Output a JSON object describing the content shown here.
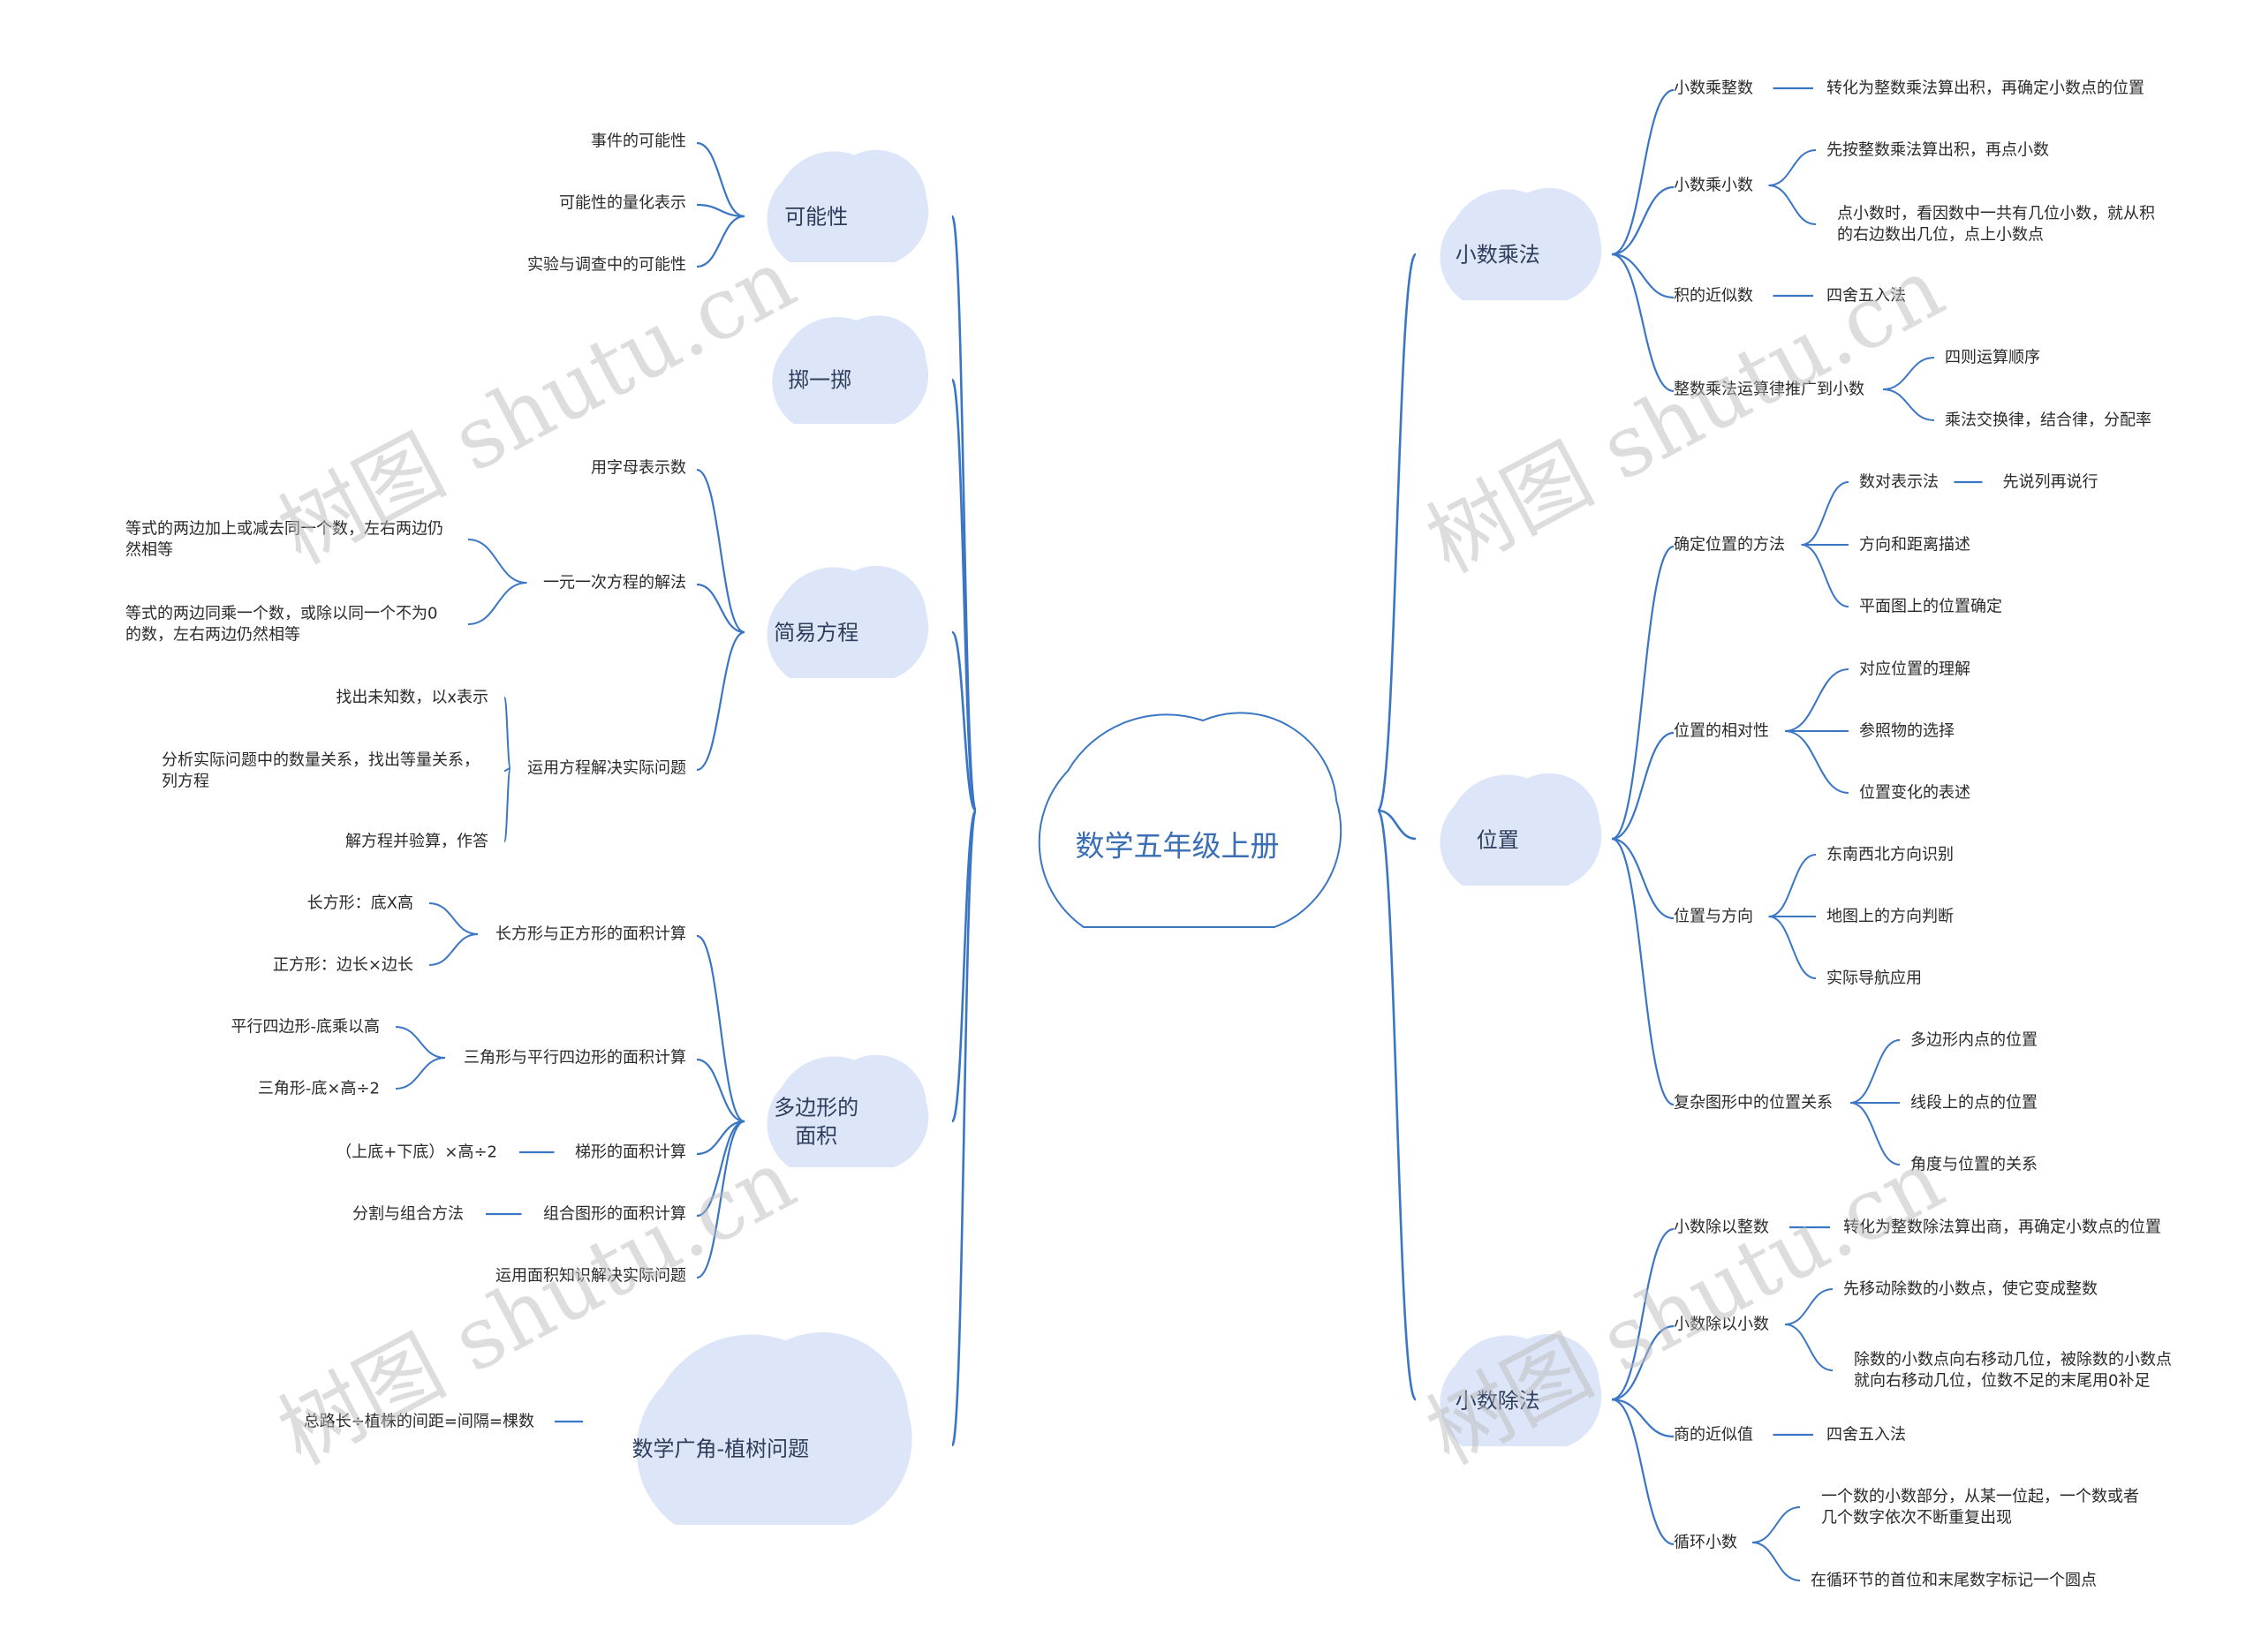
{
  "root": "数学五年级上册",
  "watermark": "树图 shutu.cn",
  "colors": {
    "line": "#3b76c4",
    "cloud_fill": "#dde6f8",
    "root_stroke": "#3b76c4",
    "root_text": "#3a6fb5"
  },
  "right": [
    {
      "label": [
        "小数乘法"
      ],
      "children": [
        {
          "label": [
            "小数乘整数"
          ],
          "children": [
            {
              "label": [
                "转化为整数乘法算出积，再确定小数点的位置"
              ]
            }
          ]
        },
        {
          "label": [
            "小数乘小数"
          ],
          "children": [
            {
              "label": [
                "先按整数乘法算出积，再点小数"
              ]
            },
            {
              "label": [
                "点小数时，看因数中一共有几位小数，就从积",
                "的右边数出几位，点上小数点"
              ]
            }
          ]
        },
        {
          "label": [
            "积的近似数"
          ],
          "children": [
            {
              "label": [
                "四舍五入法"
              ]
            }
          ]
        },
        {
          "label": [
            "整数乘法运算律推广到小数"
          ],
          "children": [
            {
              "label": [
                "四则运算顺序"
              ]
            },
            {
              "label": [
                "乘法交换律，结合律，分配率"
              ]
            }
          ]
        }
      ]
    },
    {
      "label": [
        "位置"
      ],
      "children": [
        {
          "label": [
            "确定位置的方法"
          ],
          "children": [
            {
              "label": [
                "数对表示法"
              ],
              "children": [
                {
                  "label": [
                    "先说列再说行"
                  ]
                }
              ]
            },
            {
              "label": [
                "方向和距离描述"
              ]
            },
            {
              "label": [
                "平面图上的位置确定"
              ]
            }
          ]
        },
        {
          "label": [
            "位置的相对性"
          ],
          "children": [
            {
              "label": [
                "对应位置的理解"
              ]
            },
            {
              "label": [
                "参照物的选择"
              ]
            },
            {
              "label": [
                "位置变化的表述"
              ]
            }
          ]
        },
        {
          "label": [
            "位置与方向"
          ],
          "children": [
            {
              "label": [
                "东南西北方向识别"
              ]
            },
            {
              "label": [
                "地图上的方向判断"
              ]
            },
            {
              "label": [
                "实际导航应用"
              ]
            }
          ]
        },
        {
          "label": [
            "复杂图形中的位置关系"
          ],
          "children": [
            {
              "label": [
                "多边形内点的位置"
              ]
            },
            {
              "label": [
                "线段上的点的位置"
              ]
            },
            {
              "label": [
                "角度与位置的关系"
              ]
            }
          ]
        }
      ]
    },
    {
      "label": [
        "小数除法"
      ],
      "children": [
        {
          "label": [
            "小数除以整数"
          ],
          "children": [
            {
              "label": [
                "转化为整数除法算出商，再确定小数点的位置"
              ]
            }
          ]
        },
        {
          "label": [
            "小数除以小数"
          ],
          "children": [
            {
              "label": [
                "先移动除数的小数点，使它变成整数"
              ]
            },
            {
              "label": [
                "除数的小数点向右移动几位，被除数的小数点",
                "就向右移动几位，位数不足的末尾用0补足"
              ]
            }
          ]
        },
        {
          "label": [
            "商的近似值"
          ],
          "children": [
            {
              "label": [
                "四舍五入法"
              ]
            }
          ]
        },
        {
          "label": [
            "循环小数"
          ],
          "children": [
            {
              "label": [
                "一个数的小数部分，从某一位起，一个数或者",
                "几个数字依次不断重复出现"
              ]
            },
            {
              "label": [
                "在循环节的首位和末尾数字标记一个圆点"
              ]
            }
          ]
        }
      ]
    }
  ],
  "left": [
    {
      "label": [
        "可能性"
      ],
      "children": [
        {
          "label": [
            "事件的可能性"
          ]
        },
        {
          "label": [
            "可能性的量化表示"
          ]
        },
        {
          "label": [
            "实验与调查中的可能性"
          ]
        }
      ]
    },
    {
      "label": [
        "掷一掷"
      ],
      "children": []
    },
    {
      "label": [
        "简易方程"
      ],
      "children": [
        {
          "label": [
            "用字母表示数"
          ]
        },
        {
          "label": [
            "一元一次方程的解法"
          ],
          "children": [
            {
              "label": [
                "等式的两边加上或减去同一个数，左右两边仍",
                "然相等"
              ]
            },
            {
              "label": [
                "等式的两边同乘一个数，或除以同一个不为0",
                "的数，左右两边仍然相等"
              ]
            }
          ]
        },
        {
          "label": [
            "运用方程解决实际问题"
          ],
          "children": [
            {
              "label": [
                "找出未知数，以x表示"
              ]
            },
            {
              "label": [
                "分析实际问题中的数量关系，找出等量关系，",
                "列方程"
              ]
            },
            {
              "label": [
                "解方程并验算，作答"
              ]
            }
          ]
        }
      ]
    },
    {
      "label": [
        "多边形的",
        "面积"
      ],
      "children": [
        {
          "label": [
            "长方形与正方形的面积计算"
          ],
          "children": [
            {
              "label": [
                "长方形：底X高"
              ]
            },
            {
              "label": [
                "正方形：边长×边长"
              ]
            }
          ]
        },
        {
          "label": [
            "三角形与平行四边形的面积计算"
          ],
          "children": [
            {
              "label": [
                "平行四边形-底乘以高"
              ]
            },
            {
              "label": [
                "三角形-底×高÷2"
              ]
            }
          ]
        },
        {
          "label": [
            "梯形的面积计算"
          ],
          "children": [
            {
              "label": [
                "（上底+下底）×高÷2"
              ]
            }
          ]
        },
        {
          "label": [
            "组合图形的面积计算"
          ],
          "children": [
            {
              "label": [
                "分割与组合方法"
              ]
            }
          ]
        },
        {
          "label": [
            "运用面积知识解决实际问题"
          ]
        }
      ]
    },
    {
      "label": [
        "数学广角-植树问题"
      ],
      "children": [
        {
          "label": [
            "总路长÷植株的间距=间隔=棵数"
          ]
        }
      ]
    }
  ]
}
